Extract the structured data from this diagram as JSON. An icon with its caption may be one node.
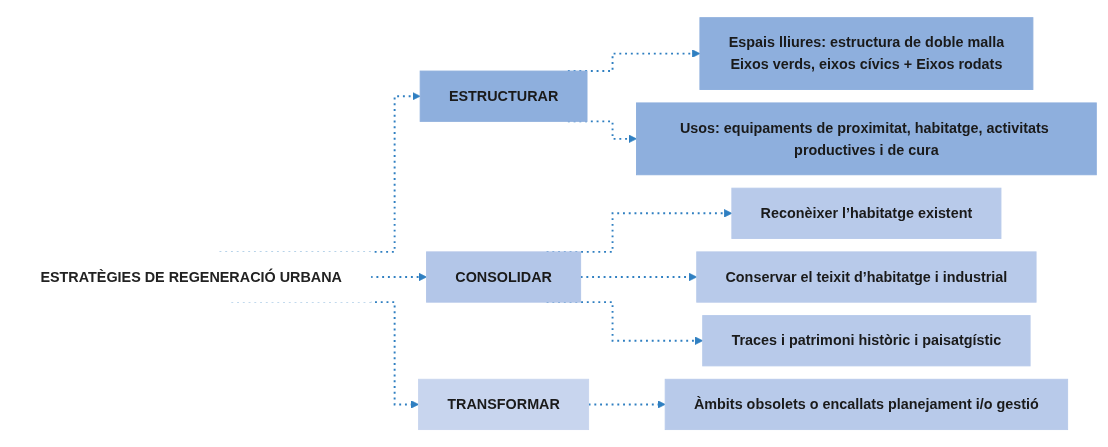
{
  "diagram": {
    "nodes": [
      {
        "text": [
          "ESTRATÈGIES DE REGENERACIÓ URBANA"
        ]
      },
      {
        "text": [
          "ESTRUCTURAR"
        ]
      },
      {
        "text": [
          "Espais lliures: estructura de doble malla",
          "Eixos verds, eixos cívics + Eixos rodats"
        ]
      },
      {
        "text": [
          "Usos: equipaments de proximitat, habitatge, activitats productives i de cura"
        ]
      },
      {
        "text": [
          "CONSOLIDAR"
        ]
      },
      {
        "text": [
          "Reconèixer l’habitatge existent"
        ]
      },
      {
        "text": [
          "Conservar el teixit d’habitatge i industrial"
        ]
      },
      {
        "text": [
          "Traces i patrimoni històric i paisatgístic"
        ]
      },
      {
        "text": [
          "TRANSFORMAR"
        ]
      },
      {
        "text": [
          "Àmbits obsolets o encallats planejament i/o gestió"
        ]
      }
    ],
    "edges": [
      {
        "from": 0,
        "to": 1,
        "arrow": "to",
        "style": "dashed"
      },
      {
        "from": 1,
        "to": 2,
        "arrow": "to",
        "style": "dashed"
      },
      {
        "from": 1,
        "to": 3,
        "arrow": "to",
        "style": "dashed"
      },
      {
        "from": 0,
        "to": 4,
        "arrow": "to",
        "style": "dashed"
      },
      {
        "from": 4,
        "to": 5,
        "arrow": "to",
        "style": "dashed"
      },
      {
        "from": 4,
        "to": 6,
        "arrow": "to",
        "style": "dashed"
      },
      {
        "from": 4,
        "to": 7,
        "arrow": "to",
        "style": "dashed"
      },
      {
        "from": 0,
        "to": 8,
        "arrow": "to",
        "style": "dashed"
      },
      {
        "from": 8,
        "to": 9,
        "arrow": "to",
        "style": "dashed"
      }
    ]
  }
}
